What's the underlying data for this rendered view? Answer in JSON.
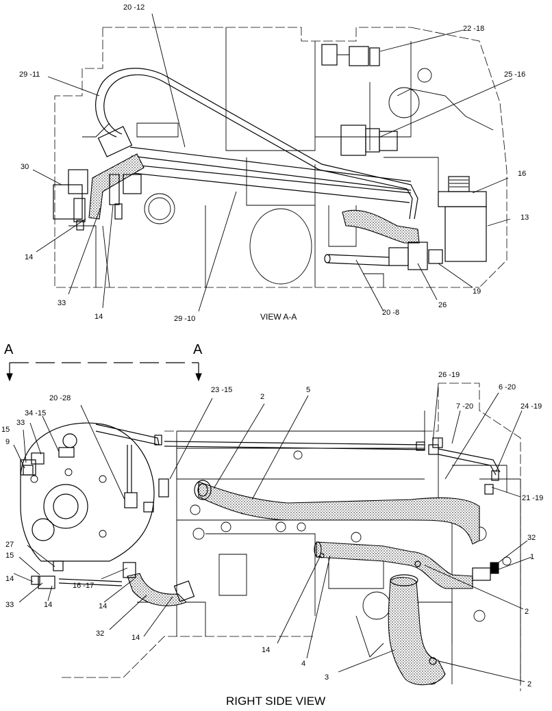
{
  "view_top": {
    "caption": "VIEW A-A",
    "labels": {
      "l_20_12": "20 -12",
      "l_22_18": "22 -18",
      "l_29_11": "29 -11",
      "l_25_16": "25 -16",
      "l_30": "30",
      "l_16": "16",
      "l_13": "13",
      "l_14a": "14",
      "l_33": "33",
      "l_14b": "14",
      "l_29_10": "29 -10",
      "l_20_8": "20 -8",
      "l_26": "26",
      "l_19": "19"
    }
  },
  "section_marker": {
    "left": "A",
    "right": "A"
  },
  "view_bottom": {
    "caption": "RIGHT SIDE VIEW",
    "labels": {
      "l_20_28": "20 -28",
      "l_23_15": "23 -15",
      "l_2a": "2",
      "l_5": "5",
      "l_26_19": "26 -19",
      "l_6_20": "6 -20",
      "l_7_20": "7 -20",
      "l_24_19": "24 -19",
      "l_34_15": "34 -15",
      "l_15a": "15",
      "l_9": "9",
      "l_33a": "33",
      "l_21_19": "21 -19",
      "l_32a": "32",
      "l_1": "1",
      "l_27": "27",
      "l_15b": "15",
      "l_14c": "14",
      "l_33b": "33",
      "l_14d": "14",
      "l_16_17": "16 -17",
      "l_14e": "14",
      "l_2b": "2",
      "l_32b": "32",
      "l_14f": "14",
      "l_14g": "14",
      "l_4": "4",
      "l_3": "3",
      "l_2c": "2"
    }
  }
}
